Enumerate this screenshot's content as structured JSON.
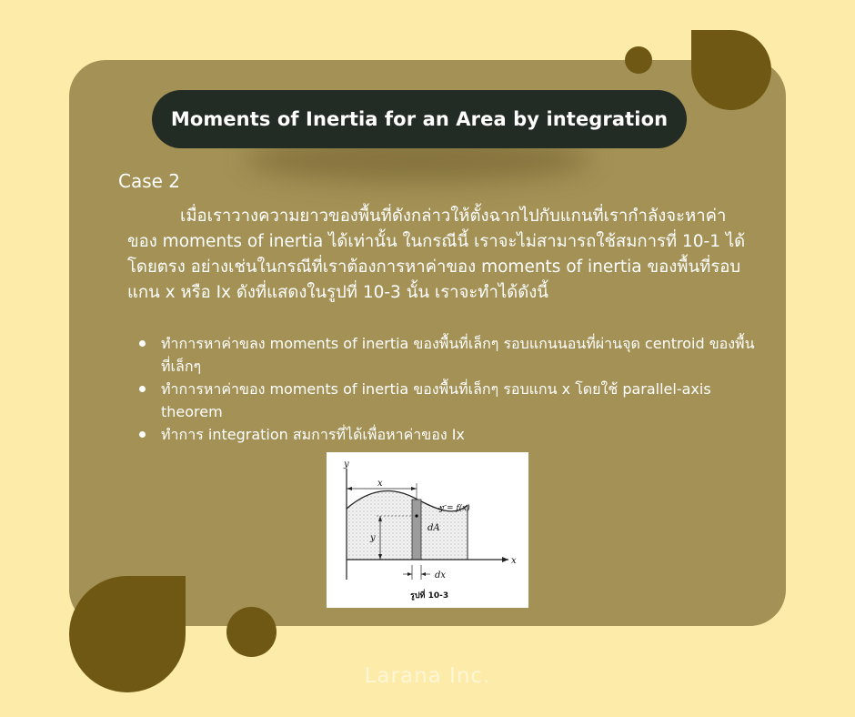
{
  "title": "Moments of Inertia for an Area by integration",
  "case_label": "Case 2",
  "paragraph": "เมื่อเราวางความยาวของพื้นที่ดังกล่าวให้ตั้งฉากไปกับแกนที่เรากำลังจะหาค่าของ moments of inertia ได้เท่านั้น ในกรณีนี้ เราจะไม่สามารถใช้สมการที่ 10-1 ได้โดยตรง อย่างเช่นในกรณีที่เราต้องการหาค่าของ moments of inertia ของพื้นที่รอบแกน x หรือ Ix ดังที่แสดงในรูปที่ 10-3 นั้น เราจะทำได้ดังนี้",
  "bullets": [
    "ทำการหาค่าขลง moments of inertia ของพื้นที่เล็กๆ รอบแกนนอนที่ผ่านจุด centroid ของพื้นที่เล็กๆ",
    "ทำการหาค่าของ moments of inertia ของพื้นที่เล็กๆ รอบแกน x โดยใช้ parallel-axis theorem",
    "ทำการ integration สมการที่ได้เพื่อหาค่าของ Ix"
  ],
  "figure": {
    "label_y": "y",
    "label_x_top": "x",
    "label_curve": "y = f(x)",
    "label_y_mid": "y",
    "label_dA": "dA",
    "label_x_axis": "x",
    "label_dx": "dx",
    "caption": "รูปที่ 10-3"
  },
  "footer": "Larana Inc.",
  "colors": {
    "background": "#FDEBAA",
    "card": "#A39155",
    "accent_brown": "#6F5814",
    "title_pill": "#222B24",
    "text": "#FFFFFF"
  }
}
